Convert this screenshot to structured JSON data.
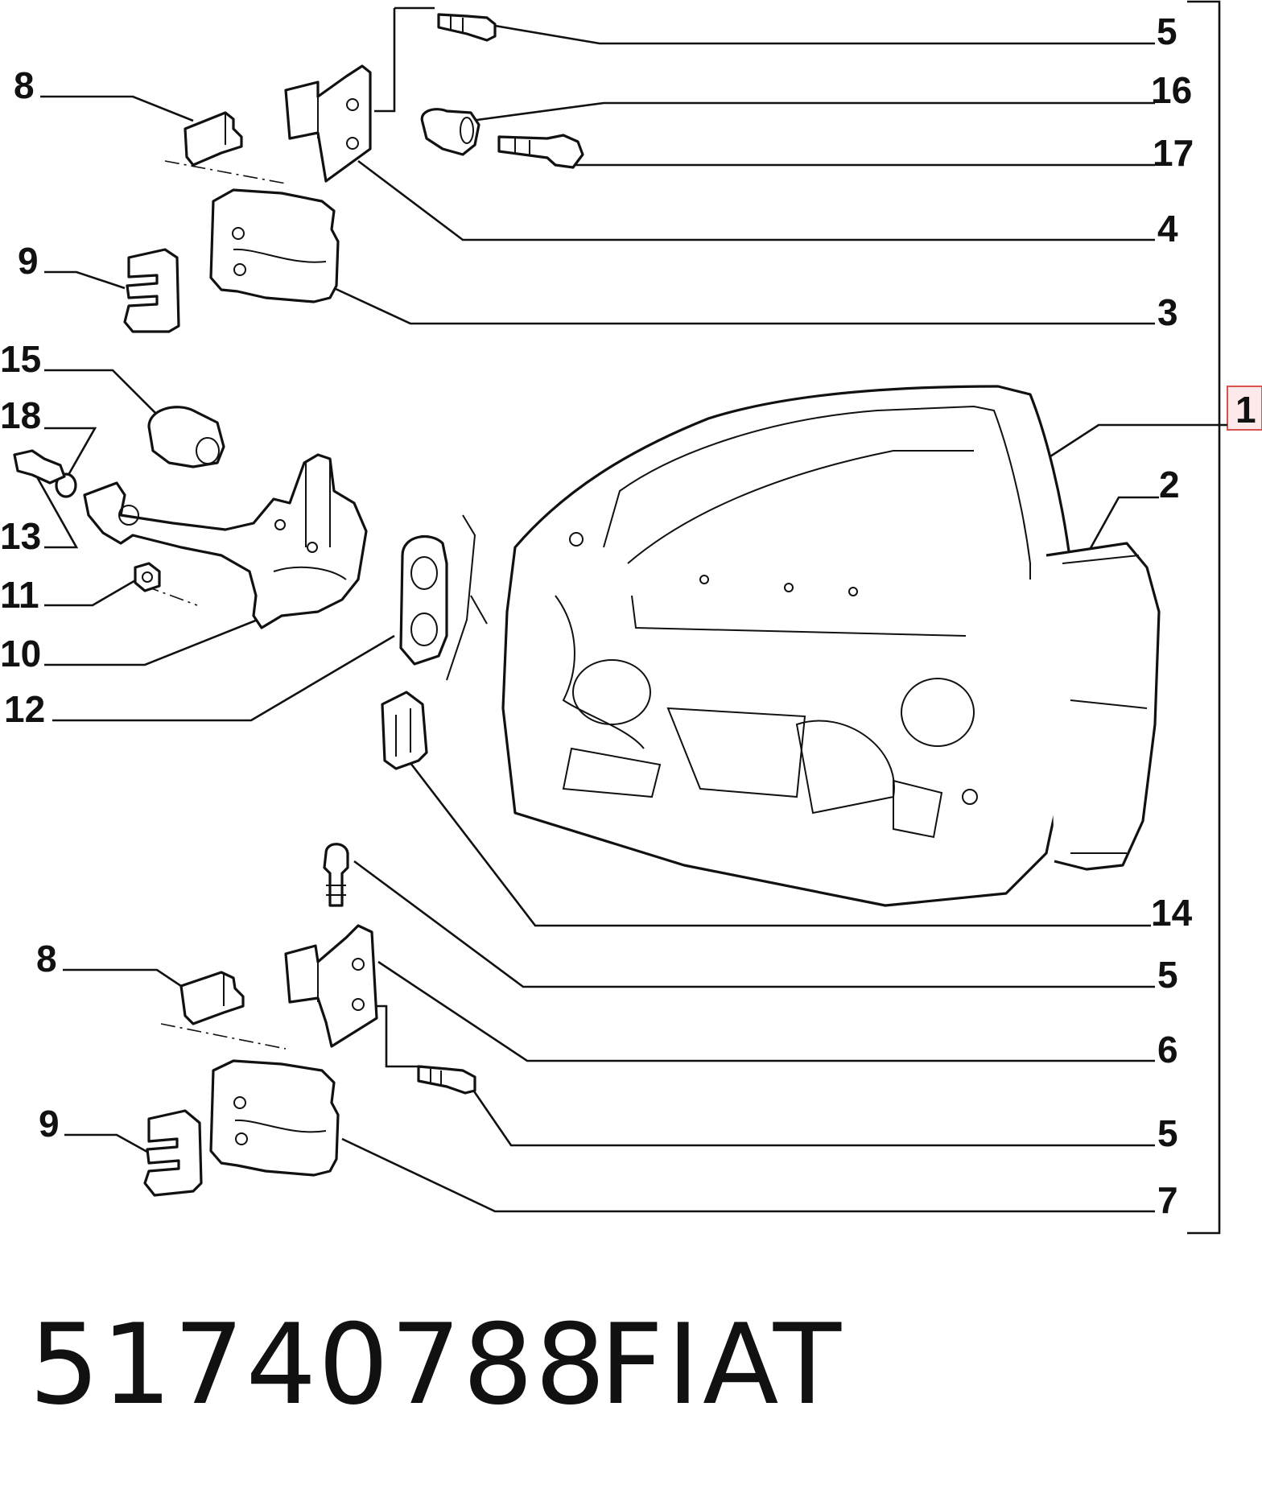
{
  "callouts": [
    {
      "id": "c5a",
      "label": "5"
    },
    {
      "id": "c16",
      "label": "16"
    },
    {
      "id": "c17",
      "label": "17"
    },
    {
      "id": "c4",
      "label": "4"
    },
    {
      "id": "c3",
      "label": "3"
    },
    {
      "id": "c8a",
      "label": "8"
    },
    {
      "id": "c9a",
      "label": "9"
    },
    {
      "id": "c15",
      "label": "15"
    },
    {
      "id": "c18",
      "label": "18"
    },
    {
      "id": "c13",
      "label": "13"
    },
    {
      "id": "c11",
      "label": "11"
    },
    {
      "id": "c10",
      "label": "10"
    },
    {
      "id": "c12",
      "label": "12"
    },
    {
      "id": "c1",
      "label": "1"
    },
    {
      "id": "c2",
      "label": "2"
    },
    {
      "id": "c14",
      "label": "14"
    },
    {
      "id": "c5b",
      "label": "5"
    },
    {
      "id": "c6",
      "label": "6"
    },
    {
      "id": "c5c",
      "label": "5"
    },
    {
      "id": "c7",
      "label": "7"
    },
    {
      "id": "c8b",
      "label": "8"
    },
    {
      "id": "c9b",
      "label": "9"
    }
  ],
  "highlighted_callout": "1",
  "footer": {
    "part_number": "51740788",
    "brand": "FIAT"
  }
}
